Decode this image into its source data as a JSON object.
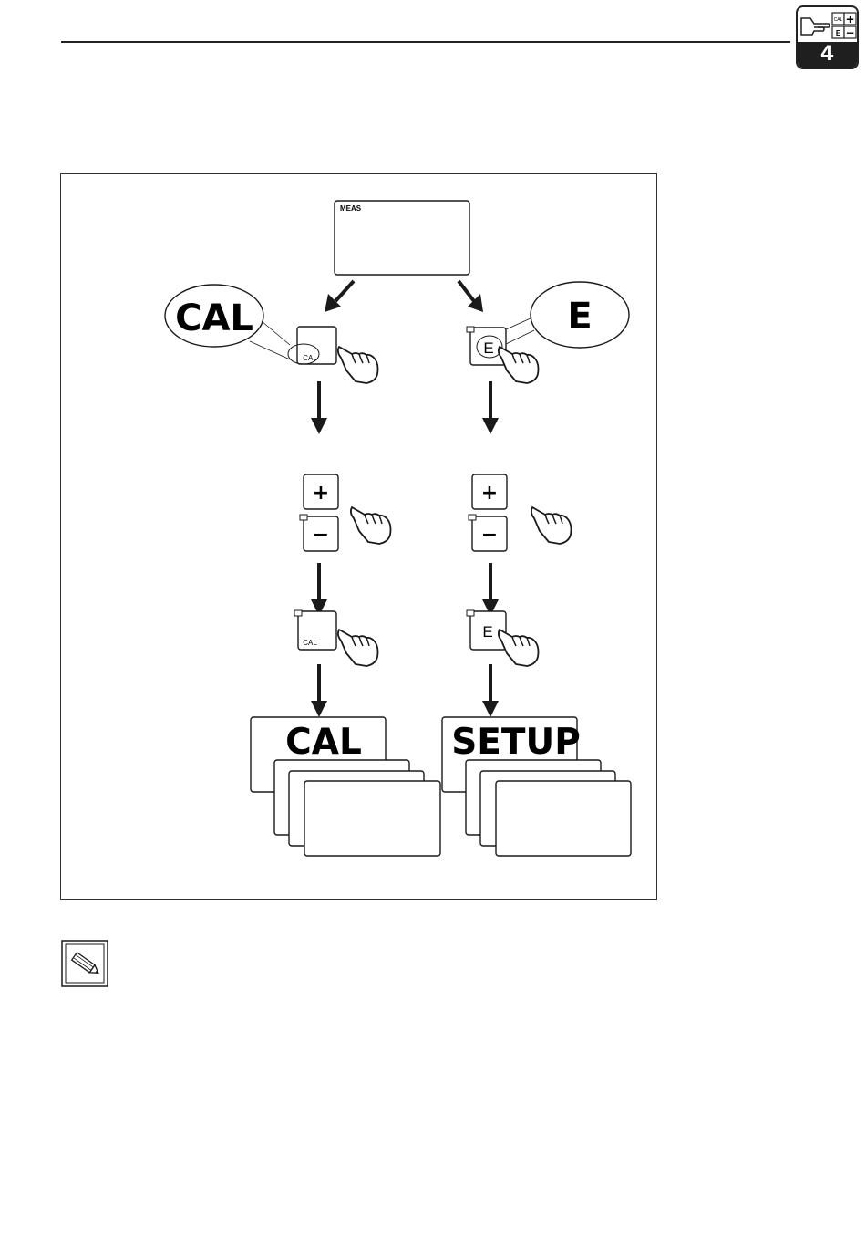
{
  "header": {
    "chapter_number": "4"
  },
  "tab_icons": {
    "cal_key": "CAL",
    "e_key": "E",
    "plus_key": "+",
    "minus_key": "−"
  },
  "diagram": {
    "display_label": "MEAS",
    "left_branch": {
      "callout_label": "CAL",
      "key_label": "CAL",
      "confirm_key_label": "CAL",
      "menu_title": "CAL"
    },
    "right_branch": {
      "callout_label": "E",
      "key_label": "E",
      "confirm_key_label": "E",
      "menu_title": "SETUP"
    },
    "plus_label": "+",
    "minus_label": "−"
  },
  "icons": [
    "pointing-hand-icon",
    "pencil-note-icon",
    "arrow-down-icon"
  ],
  "colors": {
    "ink": "#1a1a1a",
    "tab_fill": "#1f1f1f",
    "paper": "#ffffff"
  }
}
